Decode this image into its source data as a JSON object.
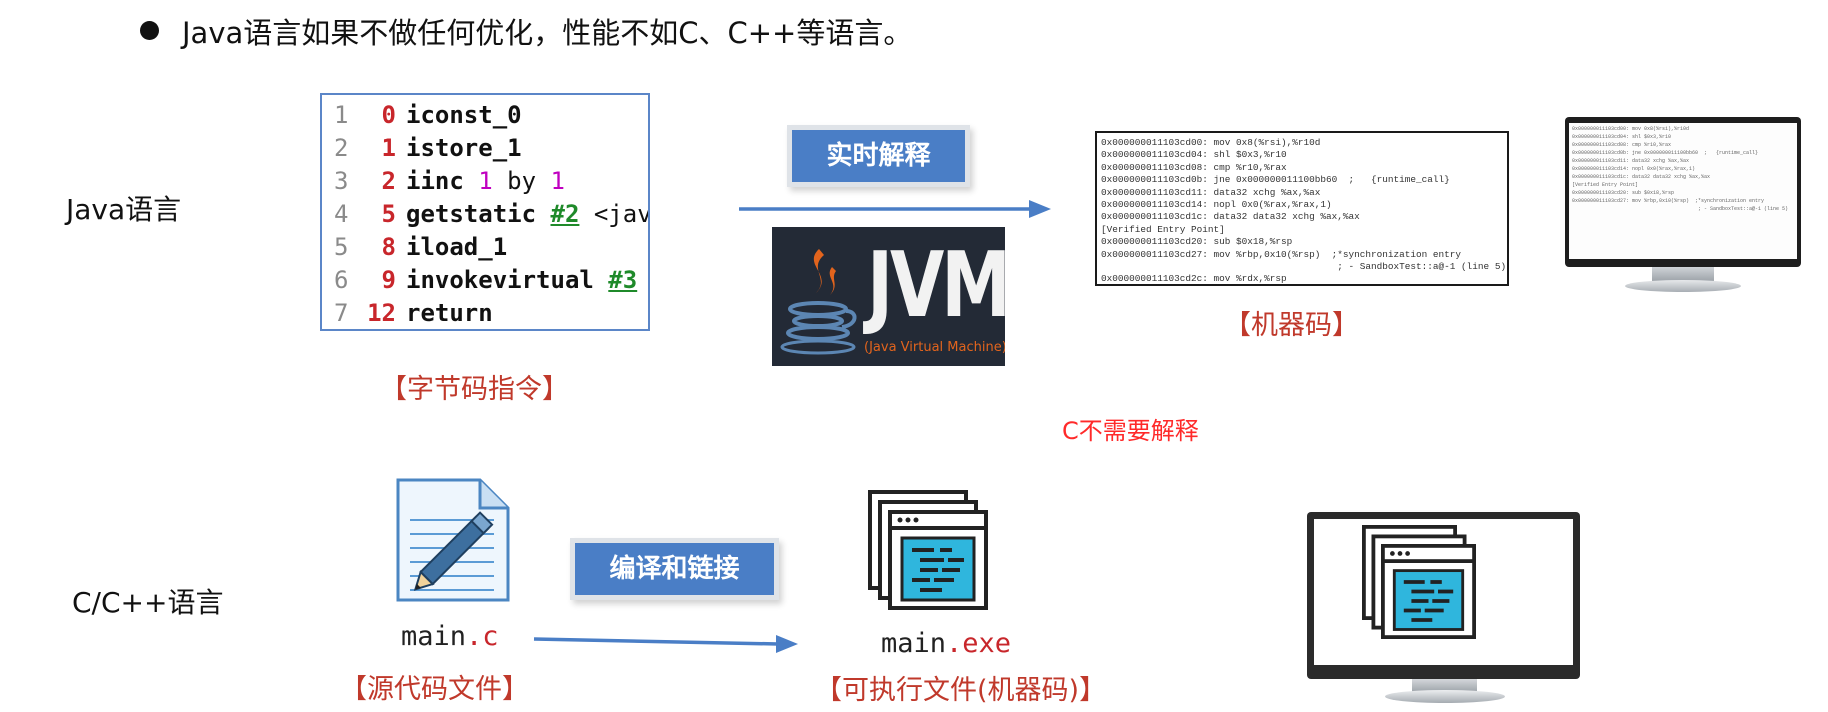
{
  "bullet": {
    "text": "Java语言如果不做任何优化，性能不如C、C++等语言。"
  },
  "java_row": {
    "label": "Java语言",
    "bytecode_lines": [
      {
        "ln": "1",
        "off": "0",
        "parts": [
          {
            "t": "iconst_0",
            "k": "ins"
          }
        ]
      },
      {
        "ln": "2",
        "off": "1",
        "parts": [
          {
            "t": "istore_1",
            "k": "ins"
          }
        ]
      },
      {
        "ln": "3",
        "off": "2",
        "parts": [
          {
            "t": "iinc ",
            "k": "ins"
          },
          {
            "t": "1",
            "k": "n"
          },
          {
            "t": " by ",
            "k": "norm"
          },
          {
            "t": "1",
            "k": "n"
          }
        ]
      },
      {
        "ln": "4",
        "off": "5",
        "parts": [
          {
            "t": "getstatic ",
            "k": "ins"
          },
          {
            "t": "#2",
            "k": "ref"
          },
          {
            "t": " <jav",
            "k": "norm"
          }
        ]
      },
      {
        "ln": "5",
        "off": "8",
        "parts": [
          {
            "t": "iload_1",
            "k": "ins"
          }
        ]
      },
      {
        "ln": "6",
        "off": "9",
        "parts": [
          {
            "t": "invokevirtual ",
            "k": "ins"
          },
          {
            "t": "#3",
            "k": "ref"
          }
        ]
      },
      {
        "ln": "7",
        "off": "12",
        "parts": [
          {
            "t": "return",
            "k": "ins"
          }
        ]
      }
    ],
    "bytecode_caption": "【字节码指令】",
    "interpret_label": "实时解释",
    "jvm_word": "JVM",
    "jvm_subtitle": "(Java Virtual Machine)",
    "machine_code_lines": [
      "0x000000011103cd00: mov 0x8(%rsi),%r10d",
      "0x000000011103cd04: shl $0x3,%r10",
      "0x000000011103cd08: cmp %r10,%rax",
      "0x000000011103cd0b: jne 0x000000011100bb60  ;   {runtime_call}",
      "0x000000011103cd11: data32 xchg %ax,%ax",
      "0x000000011103cd14: nopl 0x0(%rax,%rax,1)",
      "0x000000011103cd1c: data32 data32 xchg %ax,%ax",
      "[Verified Entry Point]",
      "0x000000011103cd20: sub $0x18,%rsp",
      "0x000000011103cd27: mov %rbp,0x10(%rsp)  ;*synchronization entry",
      "                                          ; - SandboxTest::a@-1 (line 5)",
      "0x000000011103cd2c: mov %rdx,%rsp"
    ],
    "machine_code_caption": "【机器码】",
    "monitor_lines": [
      "0x000000011103cd00: mov 0x8(%rsi),%r10d",
      "0x000000011103cd04: shl $0x3,%r10",
      "0x000000011103cd08: cmp %r10,%rax",
      "0x000000011103cd0b: jne 0x000000011100bb60  ;   {runtime_call}",
      "0x000000011103cd11: data32 xchg %ax,%ax",
      "0x000000011103cd14: nopl 0x0(%rax,%rax,1)",
      "0x000000011103cd1c: data32 data32 xchg %ax,%ax",
      "[Verified Entry Point]",
      "0x000000011103cd20: sub $0x18,%rsp",
      "0x000000011103cd27: mov %rbp,0x10(%rsp)  ;*synchronization entry",
      "                                          ; - SandboxTest::a@-1 (line 5)"
    ]
  },
  "note": "C不需要解释",
  "c_row": {
    "label": "C/C++语言",
    "source_file_base": "main",
    "source_file_ext": ".c",
    "source_caption": "【源代码文件】",
    "compile_label": "编译和链接",
    "exe_file_base": "main",
    "exe_file_ext": ".exe",
    "exe_caption": "【可执行文件(机器码)】"
  },
  "colors": {
    "accent_blue": "#4a7ec6",
    "caption_red": "#c0392b",
    "note_red": "#ff2a2a",
    "opcode_red": "#c8262b",
    "literal_magenta": "#c000c0",
    "ref_green": "#1f8a2a",
    "file_cyan": "#2fb6dd"
  }
}
